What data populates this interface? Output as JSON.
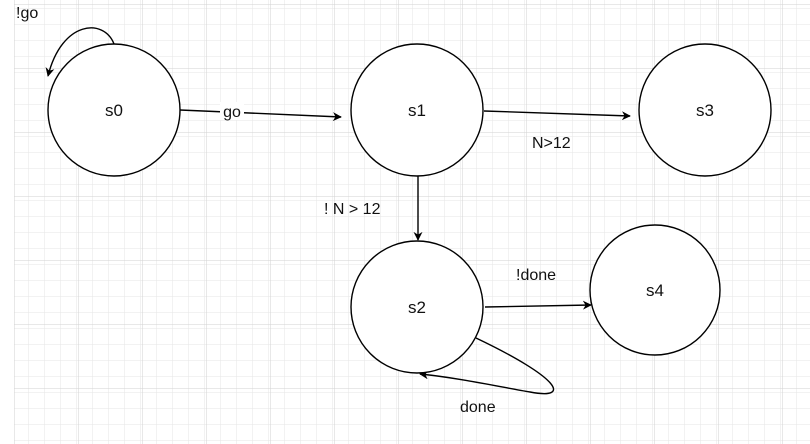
{
  "diagram": {
    "colors": {
      "background": "#ffffff",
      "grid_minor": "#e6e6e6",
      "grid_major": "#d2d2d2",
      "stroke": "#000000",
      "text": "#111111"
    },
    "states": [
      {
        "id": "s0",
        "label": "s0"
      },
      {
        "id": "s1",
        "label": "s1"
      },
      {
        "id": "s2",
        "label": "s2"
      },
      {
        "id": "s3",
        "label": "s3"
      },
      {
        "id": "s4",
        "label": "s4"
      }
    ],
    "transitions": [
      {
        "from": "s0",
        "to": "s0",
        "label": "!go"
      },
      {
        "from": "s0",
        "to": "s1",
        "label": "go"
      },
      {
        "from": "s1",
        "to": "s3",
        "label": "N>12"
      },
      {
        "from": "s1",
        "to": "s2",
        "label": "! N > 12"
      },
      {
        "from": "s2",
        "to": "s4",
        "label": "!done"
      },
      {
        "from": "s2",
        "to": "s2",
        "label": "done"
      }
    ]
  }
}
